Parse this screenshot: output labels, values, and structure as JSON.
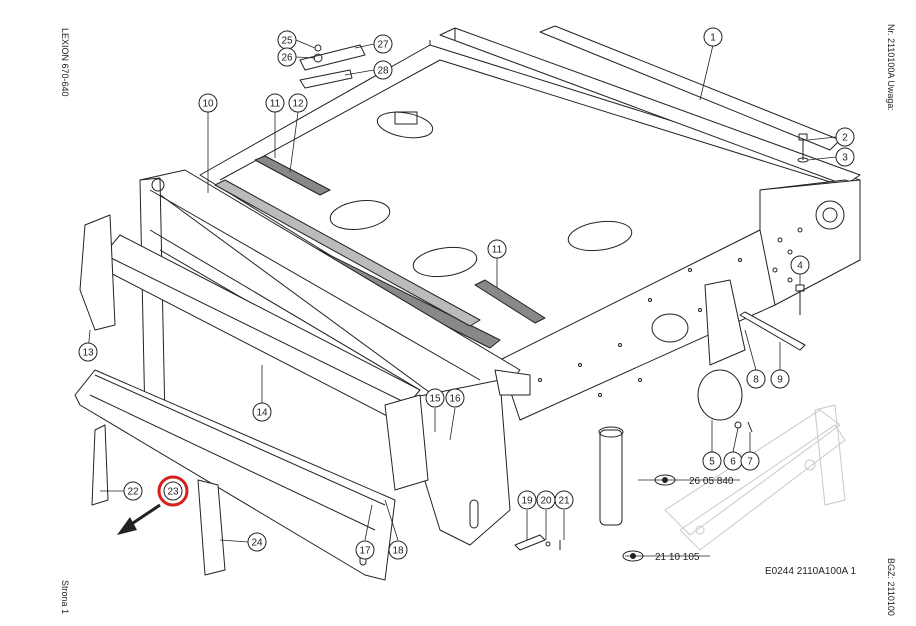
{
  "sheet": {
    "model_label": "LEXION 670-640",
    "doc_label": "Nr. 2110100A  Uwaga:",
    "page_label": "Strona 1",
    "bgz_label": "BGZ: 2110100",
    "drawing_code": "E0244 2110A100A 1"
  },
  "references": [
    {
      "id": "ref-26-05-840",
      "text": "26 05 840"
    },
    {
      "id": "ref-21-10-105",
      "text": "21 10 105"
    }
  ],
  "highlight_color": "#d62020",
  "line_color": "#222222",
  "callouts": [
    {
      "n": "1"
    },
    {
      "n": "2"
    },
    {
      "n": "3"
    },
    {
      "n": "4"
    },
    {
      "n": "5"
    },
    {
      "n": "6"
    },
    {
      "n": "7"
    },
    {
      "n": "8"
    },
    {
      "n": "9"
    },
    {
      "n": "10"
    },
    {
      "n": "11"
    },
    {
      "n": "11"
    },
    {
      "n": "12"
    },
    {
      "n": "13"
    },
    {
      "n": "14"
    },
    {
      "n": "15"
    },
    {
      "n": "16"
    },
    {
      "n": "17"
    },
    {
      "n": "18"
    },
    {
      "n": "19"
    },
    {
      "n": "20"
    },
    {
      "n": "21"
    },
    {
      "n": "22"
    },
    {
      "n": "23",
      "highlighted": true
    },
    {
      "n": "24"
    },
    {
      "n": "25"
    },
    {
      "n": "26"
    },
    {
      "n": "27"
    },
    {
      "n": "28"
    }
  ]
}
